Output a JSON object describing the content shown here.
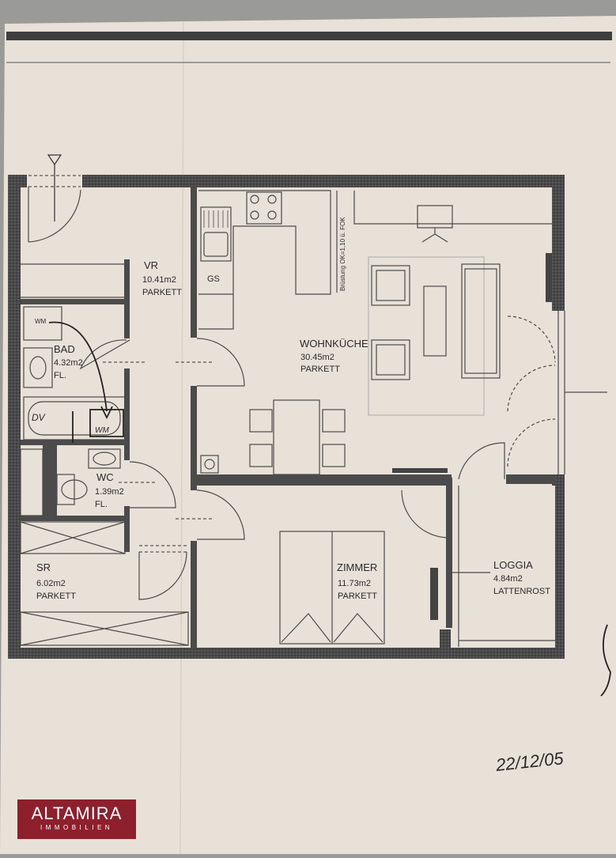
{
  "plan": {
    "rooms": [
      {
        "id": "vr",
        "name": "VR",
        "area": "10.41m2",
        "floor": "PARKETT"
      },
      {
        "id": "bad",
        "name": "BAD",
        "area": "4.32m2",
        "floor": "FL."
      },
      {
        "id": "wohnkueche",
        "name": "WOHNKÜCHE",
        "area": "30.45m2",
        "floor": "PARKETT"
      },
      {
        "id": "wc",
        "name": "WC",
        "area": "1.39m2",
        "floor": "FL."
      },
      {
        "id": "sr",
        "name": "SR",
        "area": "6.02m2",
        "floor": "PARKETT"
      },
      {
        "id": "zimmer",
        "name": "ZIMMER",
        "area": "11.73m2",
        "floor": "PARKETT"
      },
      {
        "id": "loggia",
        "name": "LOGGIA",
        "area": "4.84m2",
        "floor": "LATTENROST"
      }
    ],
    "appliance_labels": {
      "gs": "GS",
      "wm_top": "WM",
      "wm_hand": "WM",
      "dv_hand": "DV",
      "window_note": "Brüstung OK=1,10 ü. FOK"
    },
    "handwritten_date": "22/12/05"
  },
  "logo": {
    "brand": "ALTAMIRA",
    "sub": "IMMOBILIEN",
    "color": "#8e1f2d"
  },
  "colors": {
    "paper": "#e8e1d8",
    "wall": "#3a3a3a",
    "line": "#4a4a4a"
  }
}
